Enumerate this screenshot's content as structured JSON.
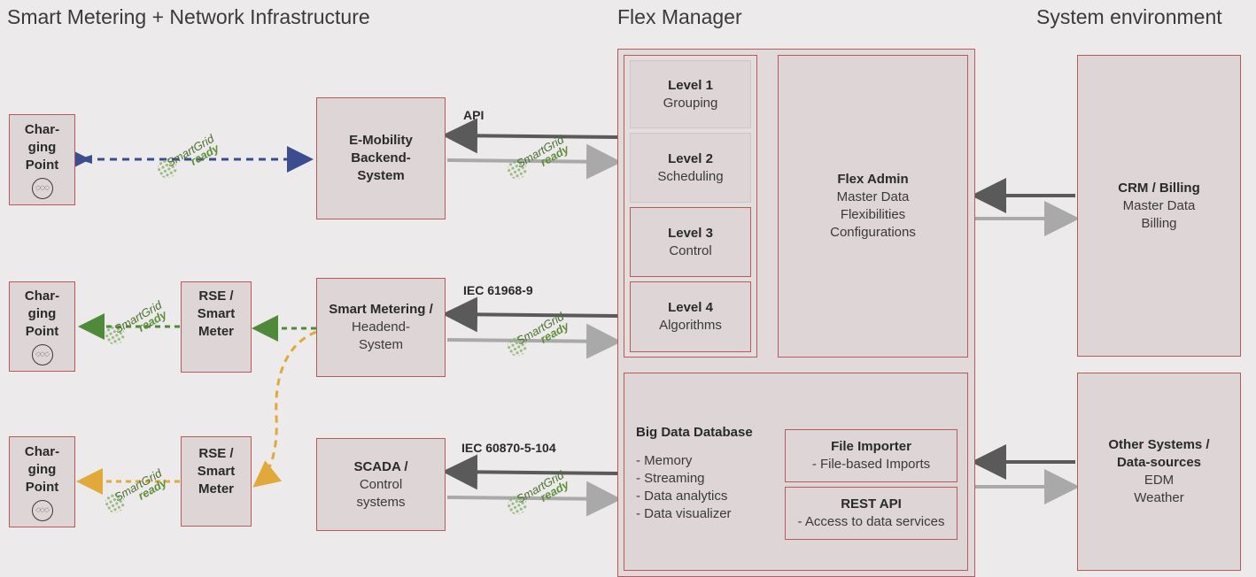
{
  "headings": {
    "left": "Smart Metering + Network Infrastructure",
    "center": "Flex Manager",
    "right": "System environment"
  },
  "charging_point": {
    "title_lines": [
      "Char-",
      "ging",
      "Point"
    ],
    "socket_glyph": "◌◌◌"
  },
  "smartgrid_badge": {
    "line1": "SmartGrid",
    "line2": "ready",
    "color": "#5e8f3a"
  },
  "emobility": {
    "title_lines": [
      "E-Mobility",
      "Backend-",
      "System"
    ],
    "protocol": "API"
  },
  "smart_metering": {
    "title": "Smart Metering /",
    "sub_lines": [
      "Headend-",
      "System"
    ],
    "protocol": "IEC 61968-9"
  },
  "scada": {
    "title": "SCADA /",
    "sub_lines": [
      "Control",
      "systems"
    ],
    "protocol": "IEC 60870-5-104"
  },
  "rse1": {
    "title_lines": [
      "RSE /",
      "Smart",
      "Meter"
    ]
  },
  "rse2": {
    "title_lines": [
      "RSE /",
      "Smart",
      "Meter"
    ]
  },
  "levels": [
    {
      "title": "Level 1",
      "sub": "Grouping"
    },
    {
      "title": "Level 2",
      "sub": "Scheduling"
    },
    {
      "title": "Level 3",
      "sub": "Control"
    },
    {
      "title": "Level 4",
      "sub": "Algorithms"
    }
  ],
  "flex_admin": {
    "title": "Flex Admin",
    "items": [
      "Master Data",
      "Flexibilities",
      "Configurations"
    ]
  },
  "big_data": {
    "title": "Big Data Database",
    "items": [
      "- Memory",
      "- Streaming",
      "- Data analytics",
      "- Data visualizer"
    ]
  },
  "file_importer": {
    "title": "File Importer",
    "sub": "- File-based Imports"
  },
  "rest_api": {
    "title": "REST API",
    "sub": "- Access to data services"
  },
  "crm": {
    "title": "CRM / Billing",
    "items": [
      "Master Data",
      "Billing"
    ]
  },
  "other_systems": {
    "title_lines": [
      "Other Systems /",
      "Data-sources"
    ],
    "items": [
      "EDM",
      "Weather"
    ]
  },
  "colors": {
    "box_fill": "#ddd5d6",
    "box_border": "#b85a5a",
    "arrow_dark": "#5a5a5a",
    "arrow_light": "#a9a9a9",
    "dashed_blue": "#3b4d8f",
    "dashed_green": "#4f8a3a",
    "dashed_orange": "#e0a93a"
  }
}
